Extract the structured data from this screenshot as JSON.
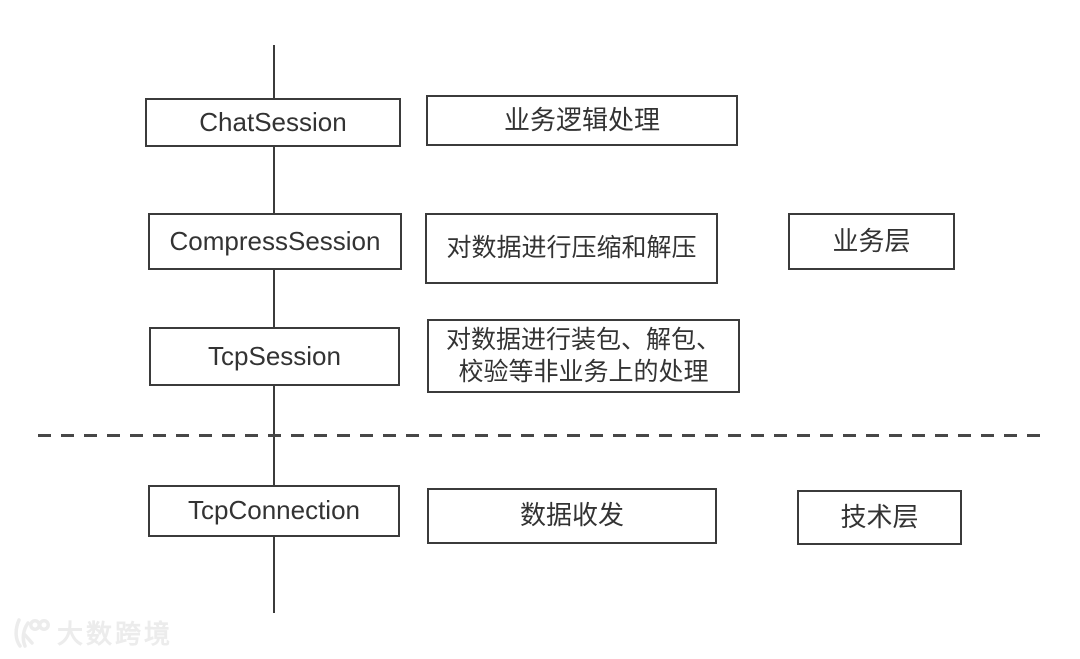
{
  "diagram_type": "layered-architecture-flowchart",
  "colors": {
    "background": "#ffffff",
    "box_border": "#3b3b3b",
    "text": "#333333",
    "connector_line": "#3b3b3b",
    "dashed_divider": "#474747",
    "watermark": "#ececec"
  },
  "nodes": [
    {
      "label": "ChatSession",
      "description": "业务逻辑处理"
    },
    {
      "label": "CompressSession",
      "description": "对数据进行压缩和解压",
      "layer": "业务层"
    },
    {
      "label": "TcpSession",
      "description": "对数据进行装包、解包、\n校验等非业务上的处理"
    },
    {
      "label": "TcpConnection",
      "description": "数据收发",
      "layer": "技术层"
    }
  ],
  "divider": {
    "style": "dashed",
    "separates": [
      "业务层",
      "技术层"
    ]
  },
  "watermark": {
    "brand": "大数跨境",
    "logo": "100-figure-logo"
  }
}
